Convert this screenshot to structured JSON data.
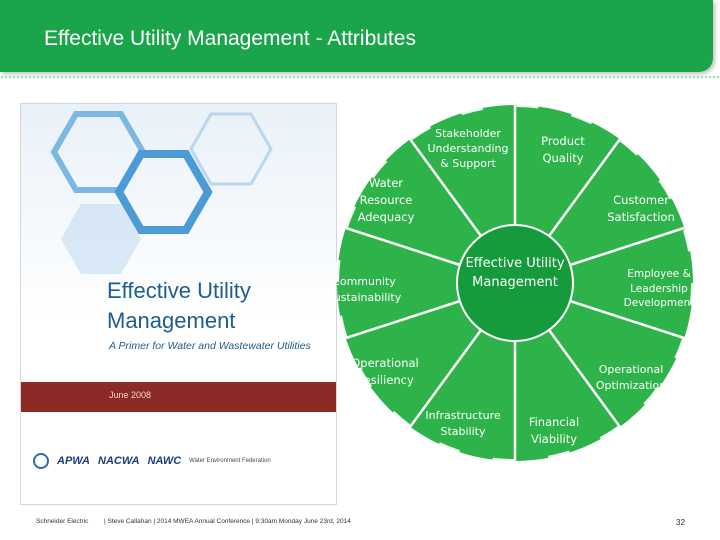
{
  "slide": {
    "title": "Effective Utility Management - Attributes",
    "page_number": "32"
  },
  "cover": {
    "title": "Effective Utility Management",
    "subtitle": "A Primer for Water and Wastewater Utilities",
    "date": "June 2008",
    "logos": [
      "APWA",
      "NACWA",
      "NAWC",
      "Water Environment Federation"
    ]
  },
  "wheel": {
    "center": "Effective Utility Management",
    "attributes": [
      "Stakeholder Understanding & Support",
      "Product Quality",
      "Customer Satisfaction",
      "Employee & Leadership Development",
      "Operational Optimization",
      "Financial Viability",
      "Infrastructure Stability",
      "Operational Resiliency",
      "Community Sustainability",
      "Water Resource Adequacy"
    ]
  },
  "footer": {
    "company": "Schneider Electric",
    "presenter": "| Steve Callahan | 2014 MWEA Annual Conference | 9:30am Monday June 23rd, 2014"
  },
  "colors": {
    "brand_green": "#1aa54a",
    "wheel_outer": "#2db34a",
    "wheel_center": "#159b3c",
    "cover_band": "#8c2b23"
  }
}
